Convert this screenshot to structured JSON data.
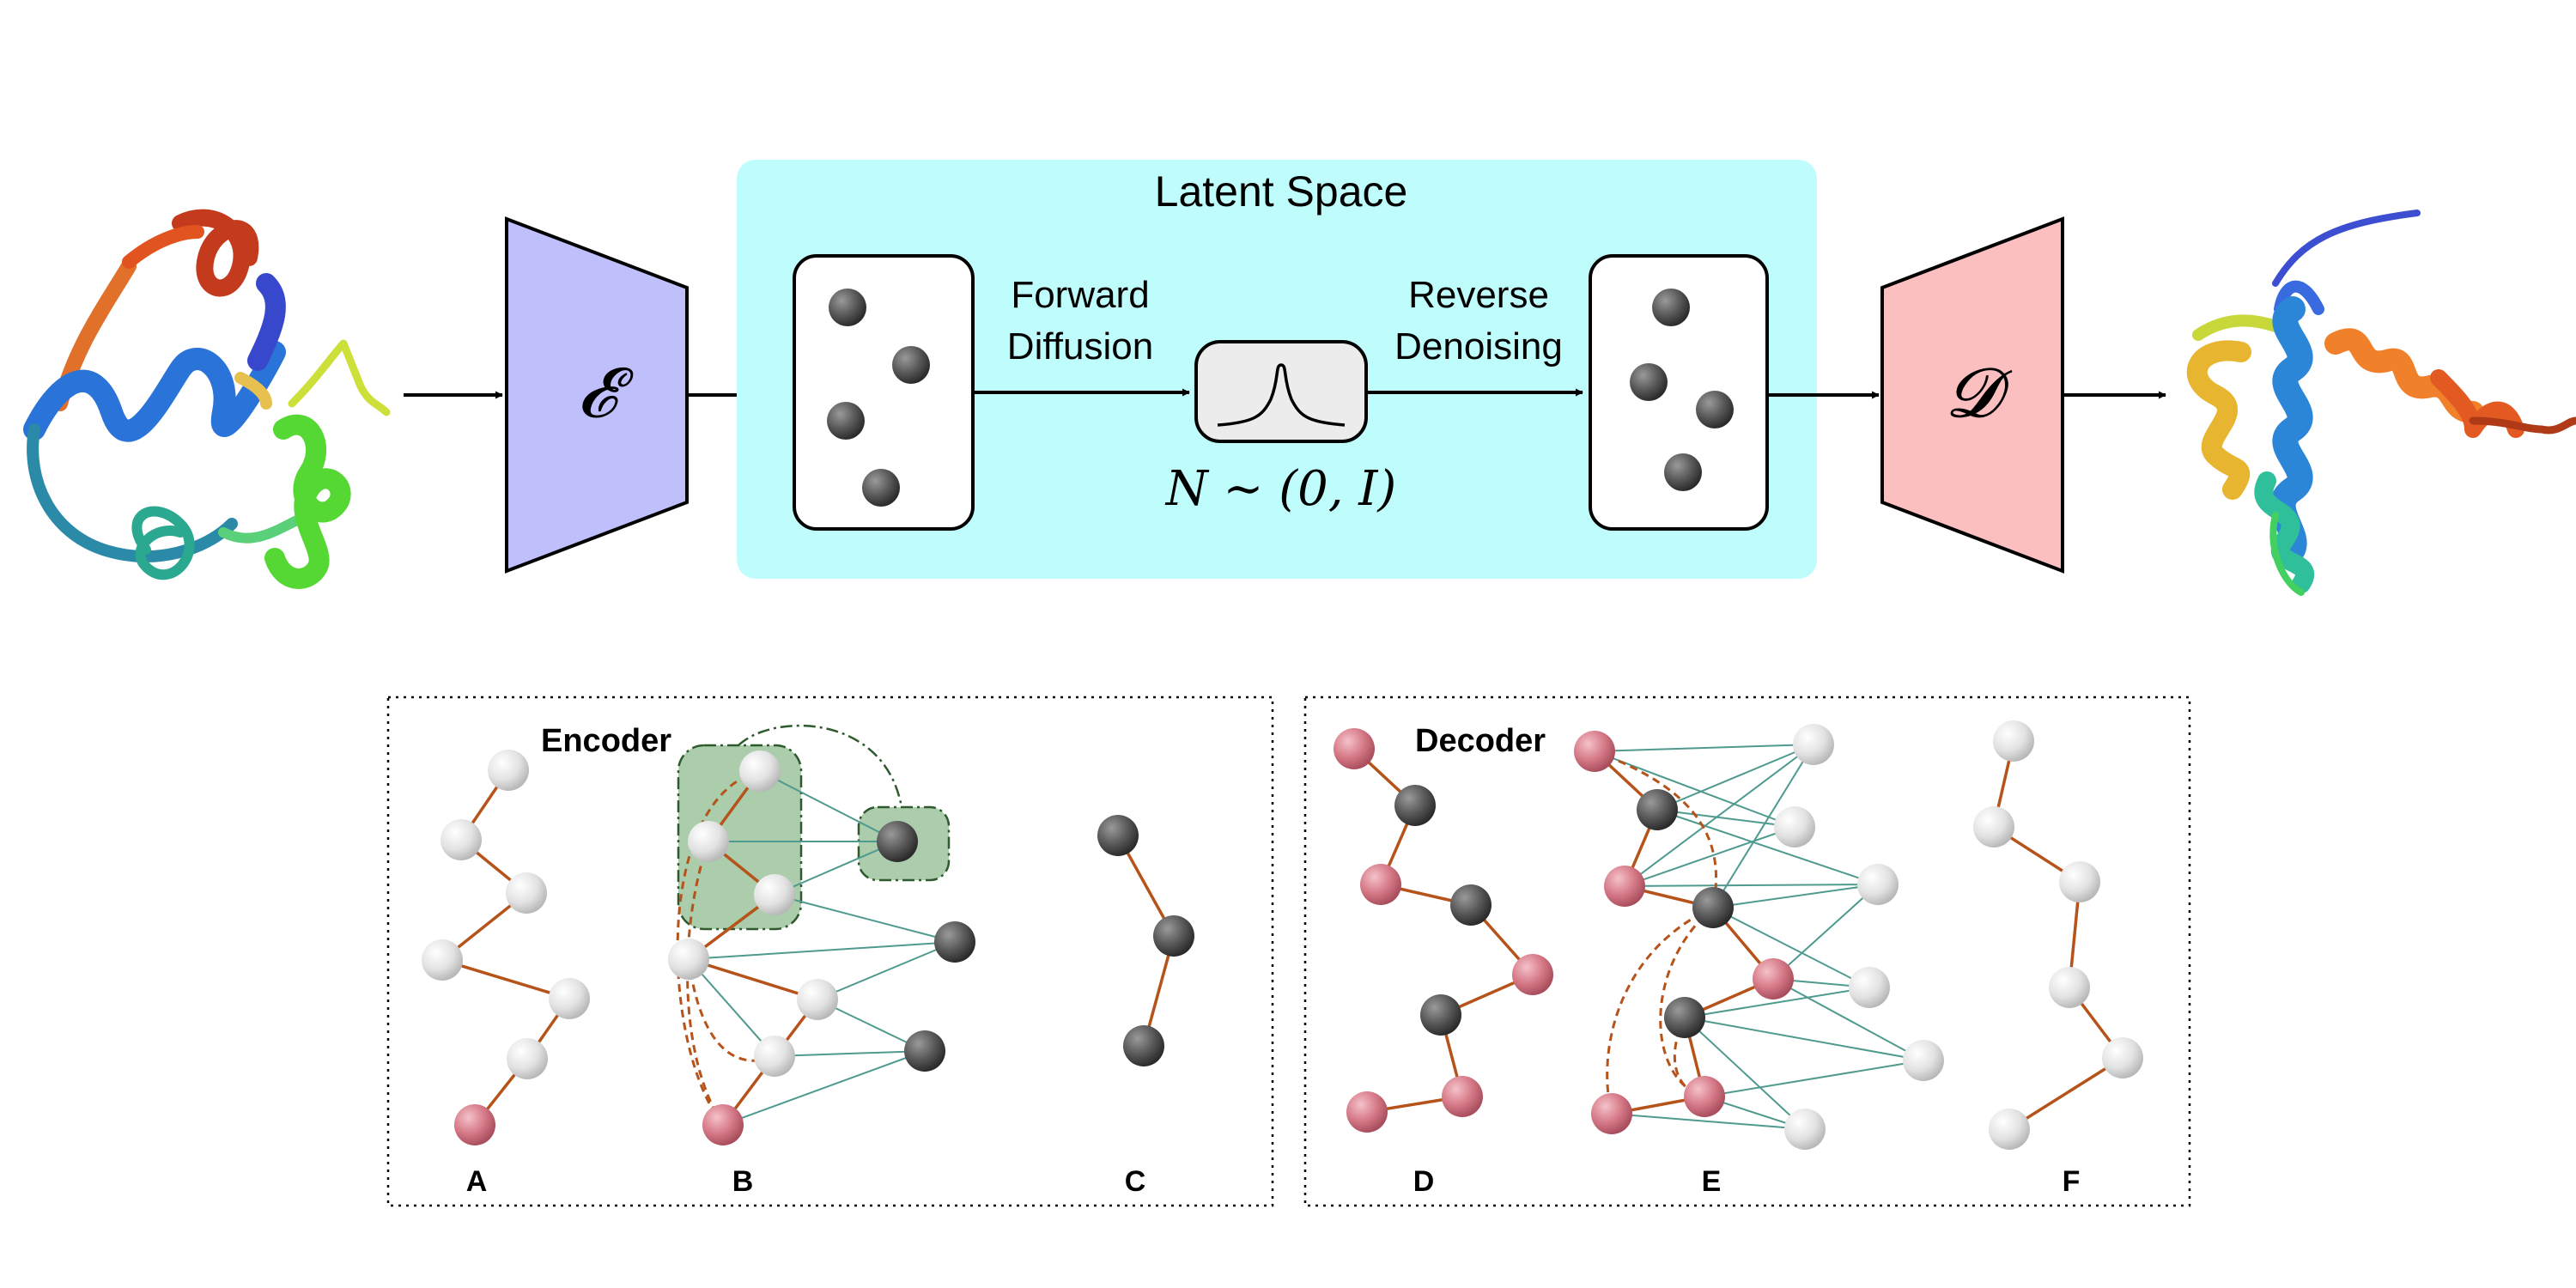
{
  "pipeline": {
    "latent_space_title": "Latent Space",
    "forward_label_line1": "Forward",
    "forward_label_line2": "Diffusion",
    "reverse_label_line1": "Reverse",
    "reverse_label_line2": "Denoising",
    "noise_formula": "N ∼ (0, I)",
    "encoder_symbol": "𝓔",
    "decoder_symbol": "𝓓"
  },
  "panels": {
    "encoder_title": "Encoder",
    "decoder_title": "Decoder",
    "labels": [
      "A",
      "B",
      "C",
      "D",
      "E",
      "F"
    ]
  },
  "colors": {
    "latent_bg": "#bffcfc",
    "encoder_fill": "#bfbffc",
    "decoder_fill": "#fcbfbf",
    "bond": "#b5531a",
    "edge": "#4f9a8f",
    "cluster": "#8fbc8f",
    "latent_node": "#555555",
    "residue_node": "#dcdcdc",
    "pink_node": "#d77b89"
  }
}
